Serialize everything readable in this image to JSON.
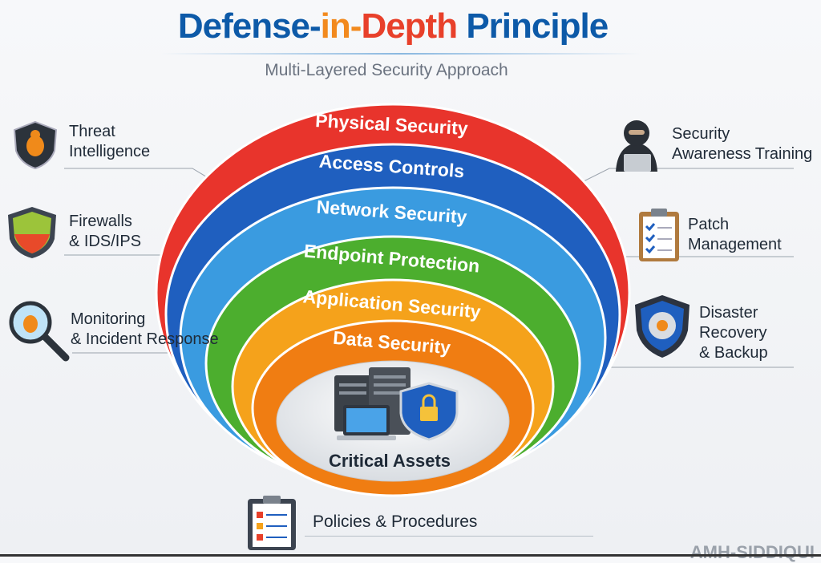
{
  "title": {
    "part1": "Defense-",
    "part2": "in-",
    "part3": "Depth",
    "part4": " Principle"
  },
  "subtitle": "Multi-Layered Security Approach",
  "layers": [
    {
      "label": "Physical Security",
      "color": "#e8342c"
    },
    {
      "label": "Access Controls",
      "color": "#1f5fbf"
    },
    {
      "label": "Network Security",
      "color": "#3a9be0"
    },
    {
      "label": "Endpoint Protection",
      "color": "#4cae2e"
    },
    {
      "label": "Application Security",
      "color": "#f5a21b"
    },
    {
      "label": "Data Security",
      "color": "#f07d12"
    }
  ],
  "core": {
    "label": "Critical Assets"
  },
  "left_items": [
    {
      "line1": "Threat",
      "line2": "Intelligence",
      "icon": "bug-shield-icon"
    },
    {
      "line1": "Firewalls",
      "line2": "& IDS/IPS",
      "icon": "firewall-icon"
    },
    {
      "line1": "Monitoring",
      "line2": "& Incident Response",
      "icon": "magnifier-bug-icon"
    }
  ],
  "right_items": [
    {
      "line1": "Security",
      "line2": "Awareness Training",
      "icon": "hacker-icon"
    },
    {
      "line1": "Patch",
      "line2": "Management",
      "icon": "clipboard-check-icon"
    },
    {
      "line1": "Disaster",
      "line2": "Recovery",
      "line3": "& Backup",
      "icon": "gear-shield-icon"
    }
  ],
  "bottom_item": {
    "label": "Policies & Procedures",
    "icon": "clipboard-list-icon"
  },
  "watermark": "AMH-SIDDIQUI"
}
